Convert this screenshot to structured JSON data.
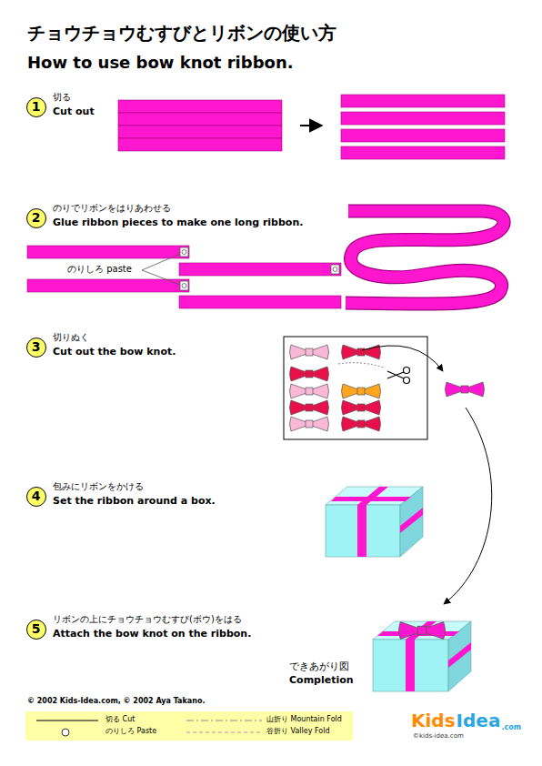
{
  "diagram": {
    "title": "チョウチョウむすびとリボンの使い方",
    "nodes": [
      {
        "text": [
          "1",
          "切る",
          "Cut out"
        ]
      },
      {
        "text": [
          "2",
          "のりでリボンをはりあわせる",
          "Glue ribbon pieces to make one long ribbon."
        ]
      },
      {
        "text": [
          "3",
          "切りぬく",
          "Cut out the bow knot."
        ]
      },
      {
        "text": [
          "4",
          "包みにリボンをかける",
          "Set the ribbon around a box."
        ]
      },
      {
        "text": [
          "5",
          "リボンの上にチョウチョウむすび(ボウ)をはる",
          "Attach the bow knot on the ribbon."
        ]
      }
    ],
    "labels": [
      "How to use bow knot ribbon.",
      "のりしろ paste",
      "できあがり図",
      "Completion",
      "© 2002 Kids-Idea.com, © 2002 Aya Takano.",
      "Kids",
      "Idea",
      ".com",
      "©kids-idea.com"
    ],
    "legend": [
      {
        "text": "切る Cut"
      },
      {
        "text": "のりしろ Paste"
      },
      {
        "text": "山折り Mountain Fold"
      },
      {
        "text": "谷折り Valley Fold"
      }
    ]
  }
}
